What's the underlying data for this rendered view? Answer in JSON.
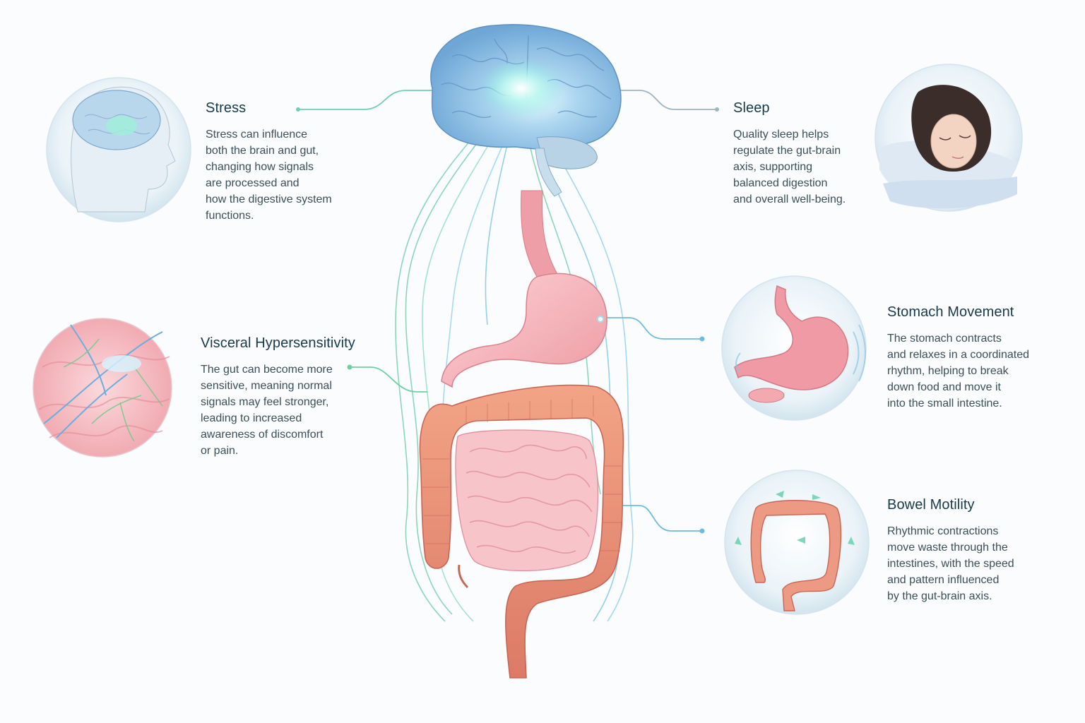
{
  "sections": {
    "stress": {
      "title": "Stress",
      "lines": [
        "Stress can influence",
        "both the brain and gut,",
        "changing how signals",
        "are processed and",
        "how the digestive system",
        "functions."
      ]
    },
    "sleep": {
      "title": "Sleep",
      "lines": [
        "Quality sleep helps",
        "regulate the gut-brain",
        "axis, supporting",
        "balanced digestion",
        "and overall well-being."
      ]
    },
    "visceral": {
      "title": "Visceral Hypersensitivity",
      "lines": [
        "The gut can become more",
        "sensitive, meaning normal",
        "signals may feel stronger,",
        "leading to increased",
        "awareness of discomfort",
        "or pain."
      ]
    },
    "stomach": {
      "title": "Stomach Movement",
      "lines": [
        "The stomach contracts",
        "and relaxes in a coordinated",
        "rhythm, helping to break",
        "down food and move it",
        "into the small intestine."
      ]
    },
    "bowel": {
      "title": "Bowel Motility",
      "lines": [
        "Rhythmic contractions",
        "move waste through the",
        "intestines, with the speed",
        "and pattern influenced",
        "by the gut-brain axis."
      ]
    }
  },
  "colors": {
    "title": "#163a4a",
    "body": "#3a4f58",
    "nerve_green": "#6fcfa8",
    "nerve_blue": "#7cc4e4",
    "brain": "#9cc8ea",
    "stomach": "#f1a6ae",
    "colon": "#e58a72",
    "small_intestine": "#f6bfc6"
  },
  "icons": {
    "stress": "head-brain-icon",
    "sleep": "sleeping-woman-icon",
    "visceral": "nerve-tissue-icon",
    "stomach": "stomach-icon",
    "bowel": "colon-icon"
  }
}
